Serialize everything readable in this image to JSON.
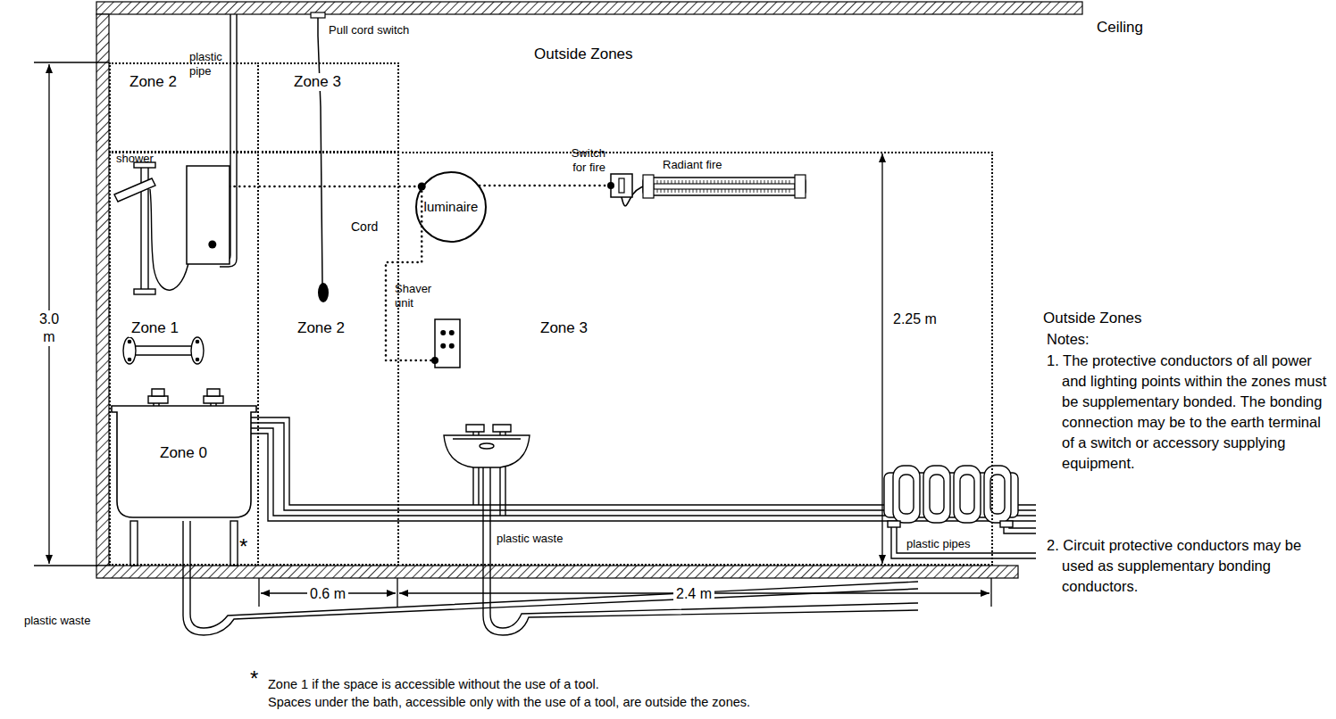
{
  "diagram": {
    "nodes": [
      {
        "text": [
          "Zone 2"
        ]
      },
      {
        "text": [
          "Zone 3"
        ]
      },
      {
        "text": [
          "Zone 1"
        ]
      },
      {
        "text": [
          "shower"
        ],
        "in": 2
      },
      {
        "text": [
          "Zone 0"
        ],
        "in": 2
      },
      {
        "text": [
          "Zone 2"
        ]
      },
      {
        "text": [
          "Zone 3"
        ]
      },
      {
        "text": [
          "luminaire"
        ],
        "in": 6
      },
      {
        "text": [
          "Switch for fire"
        ],
        "in": 6
      },
      {
        "text": [
          "Radiant fire"
        ],
        "in": 6
      },
      {
        "text": [
          "Shaver unit"
        ],
        "in": 6
      }
    ],
    "edges": [
      {
        "from": 3,
        "to": 7,
        "arrow": "none"
      },
      {
        "from": 7,
        "to": 8,
        "arrow": "none"
      },
      {
        "from": 7,
        "to": 10,
        "arrow": "none"
      },
      {
        "from": 8,
        "to": 9,
        "arrow": "none"
      }
    ],
    "labels": [
      "Ceiling",
      "plastic pipe",
      "Pull cord switch",
      "Outside Zones",
      "Cord",
      "3.0 m",
      "2.25 m",
      "Outside Zones",
      "Notes:",
      "1. The protective conductors of all power and lighting points within the zones must be supplementary bonded. The bonding connection may be to the earth terminal of a switch or accessory supplying equipment.",
      "2. Circuit protective conductors may be used as supplementary bonding conductors.",
      "plastic waste",
      "plastic pipes",
      "plastic waste",
      "0.6 m",
      "2.4 m",
      "*",
      "*",
      "Zone 1 if the space is accessible without the use of a tool.",
      "Spaces under the bath, accessible only with the use of a tool, are outside the zones."
    ]
  }
}
